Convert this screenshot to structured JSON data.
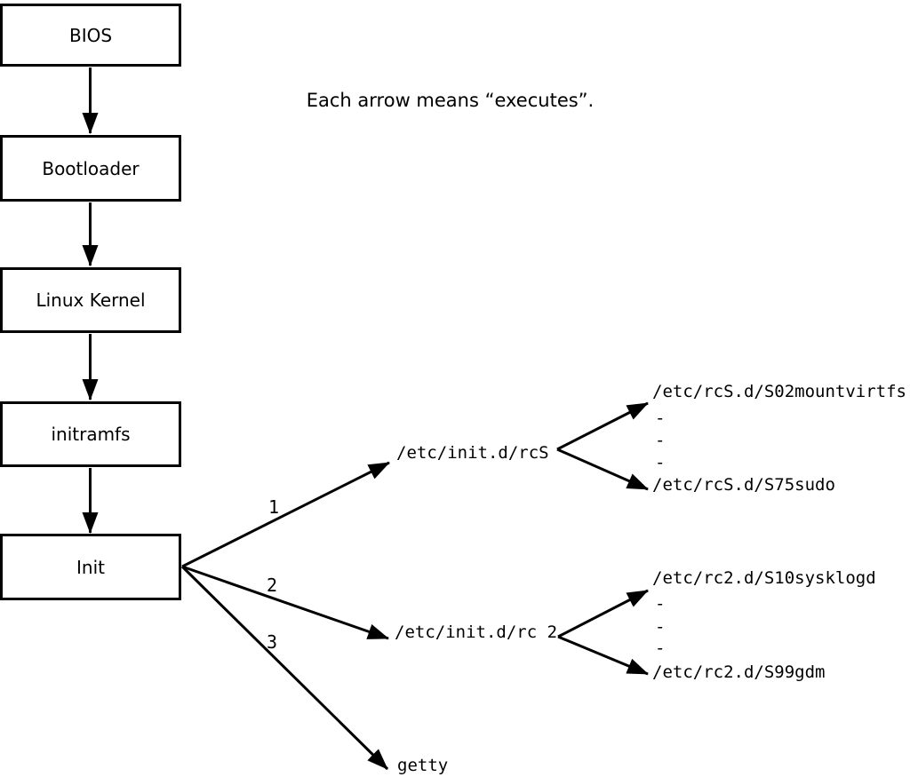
{
  "note": "Each arrow means “executes”.",
  "nodes": [
    {
      "label": "BIOS"
    },
    {
      "label": "Bootloader"
    },
    {
      "label": "Linux Kernel"
    },
    {
      "label": "initramfs"
    },
    {
      "label": "Init"
    }
  ],
  "edge_labels": {
    "rcs": "1",
    "rc2": "2",
    "getty": "3"
  },
  "targets": {
    "rcs_script": "/etc/init.d/rcS",
    "rc2_script": "/etc/init.d/rc 2",
    "getty": "getty"
  },
  "rcs_children": {
    "first": "/etc/rcS.d/S02mountvirtfs",
    "dash": "-",
    "last": "/etc/rcS.d/S75sudo"
  },
  "rc2_children": {
    "first": "/etc/rc2.d/S10sysklogd",
    "dash": "-",
    "last": "/etc/rc2.d/S99gdm"
  },
  "colors": {
    "line": "#000000",
    "background": "#ffffff"
  }
}
